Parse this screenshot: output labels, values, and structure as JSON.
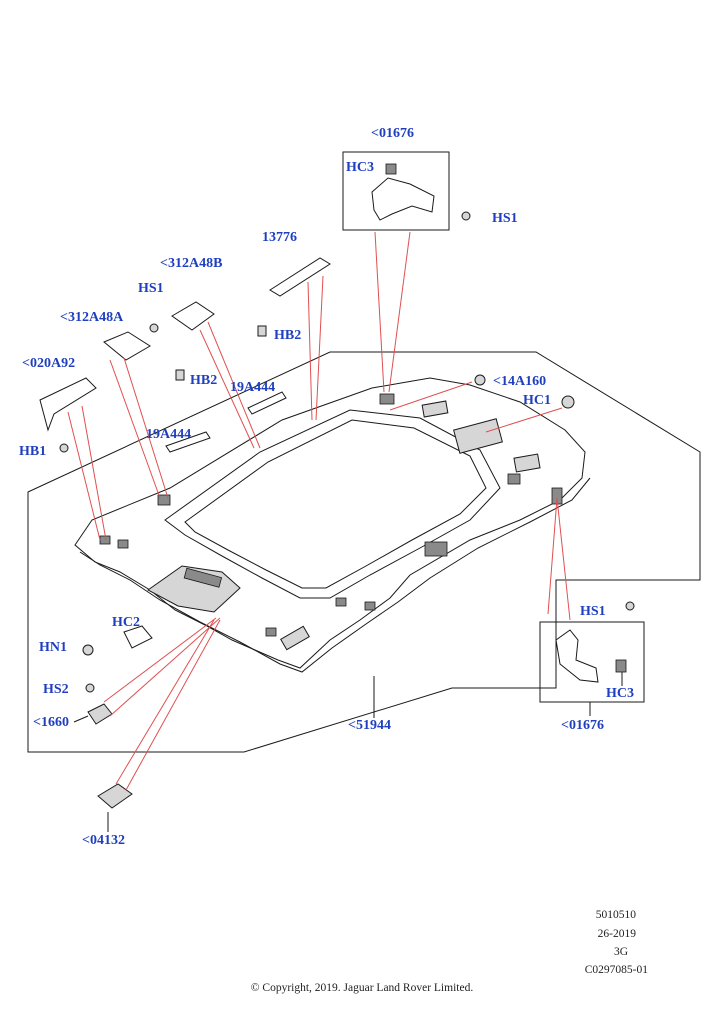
{
  "callouts": {
    "c01676_top": "<01676",
    "hc3_top": "HC3",
    "hs1_top": "HS1",
    "c13776": "13776",
    "c312a48b": "<312A48B",
    "hs1_left": "HS1",
    "c312a48a": "<312A48A",
    "hb2_upper": "HB2",
    "c020a92": "<020A92",
    "hb2_lower": "HB2",
    "c19a444_a": "19A444",
    "c14a160": "<14A160",
    "hc1": "HC1",
    "c19a444_b": "19A444",
    "hb1": "HB1",
    "hs1_right": "HS1",
    "hc2": "HC2",
    "hn1": "HN1",
    "hs2": "HS2",
    "c1660": "<1660",
    "c51944": "<51944",
    "c01676_bottom": "<01676",
    "hc3_bottom": "HC3",
    "c04132": "<04132"
  },
  "meta": {
    "line1": "5010510",
    "line2": "26-2019",
    "line3": "3G",
    "line4": "C0297085-01"
  },
  "copyright": "© Copyright, 2019. Jaguar Land Rover Limited.",
  "colors": {
    "callout": "#1f3fbf",
    "leader": "#e05050"
  }
}
